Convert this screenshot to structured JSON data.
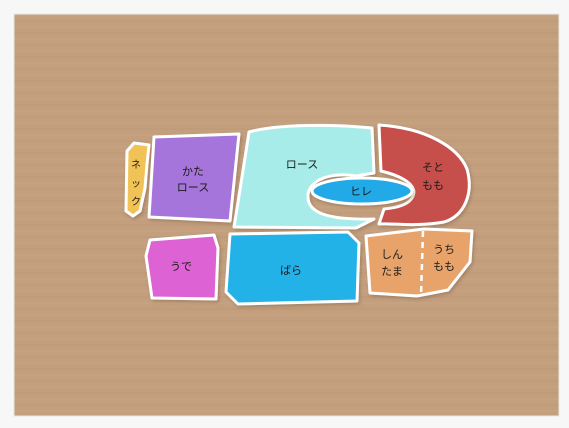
{
  "labels": {
    "neck_line1": "ネ",
    "neck_line2": "ッ",
    "neck_line3": "ク",
    "kata_line1": "かた",
    "kata_line2": "ロース",
    "rosu": "ロース",
    "hire": "ヒレ",
    "sotomomo_line1": "そと",
    "sotomomo_line2": "もも",
    "ude": "うで",
    "bara": "ばら",
    "shintama_line1": "しん",
    "shintama_line2": "たま",
    "uchimomo_line1": "うち",
    "uchimomo_line2": "もも"
  },
  "colors": {
    "background": "#c39f7e",
    "frame": "#f7f7f7",
    "neck": "#f1c257",
    "kata_rosu": "#a675db",
    "rosu": "#a8ecea",
    "hire": "#20a9e8",
    "sotomomo": "#c74f4b",
    "ude": "#dd62d3",
    "bara": "#24b2e8",
    "shintama": "#e7a36b",
    "uchimomo": "#e7a36b"
  }
}
